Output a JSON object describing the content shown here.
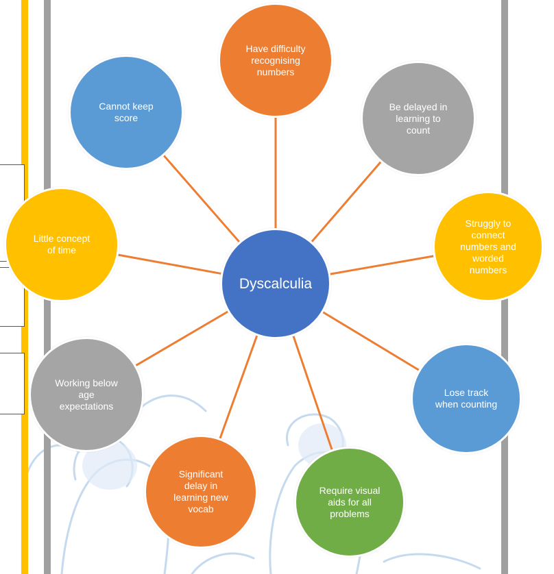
{
  "diagram": {
    "colors": {
      "orange": "#ed7d31",
      "blue": "#5b9bd5",
      "grey": "#a5a5a5",
      "yellow": "#ffc000",
      "green": "#70ad47",
      "dark_blue": "#4472c4",
      "connector": "#ed7d31"
    },
    "center": {
      "label": "Dyscalculia",
      "color": "dark_blue"
    },
    "nodes": [
      {
        "id": "recognising",
        "label": "Have difficulty\nrecognising\nnumbers",
        "color": "orange"
      },
      {
        "id": "count",
        "label": "Be delayed in\nlearning to\ncount",
        "color": "grey"
      },
      {
        "id": "connect",
        "label": "Struggly to\nconnect\nnumbers and\nworded\nnumbers",
        "color": "yellow"
      },
      {
        "id": "lose-track",
        "label": "Lose track\nwhen counting",
        "color": "blue"
      },
      {
        "id": "visual-aids",
        "label": "Require visual\naids for all\nproblems",
        "color": "green"
      },
      {
        "id": "vocab",
        "label": "Significant\ndelay in\nlearning new\nvocab",
        "color": "orange"
      },
      {
        "id": "age",
        "label": "Working below\nage\nexpectations",
        "color": "grey"
      },
      {
        "id": "time",
        "label": "Little concept\nof time",
        "color": "yellow"
      },
      {
        "id": "score",
        "label": "Cannot keep\nscore",
        "color": "blue"
      }
    ]
  }
}
